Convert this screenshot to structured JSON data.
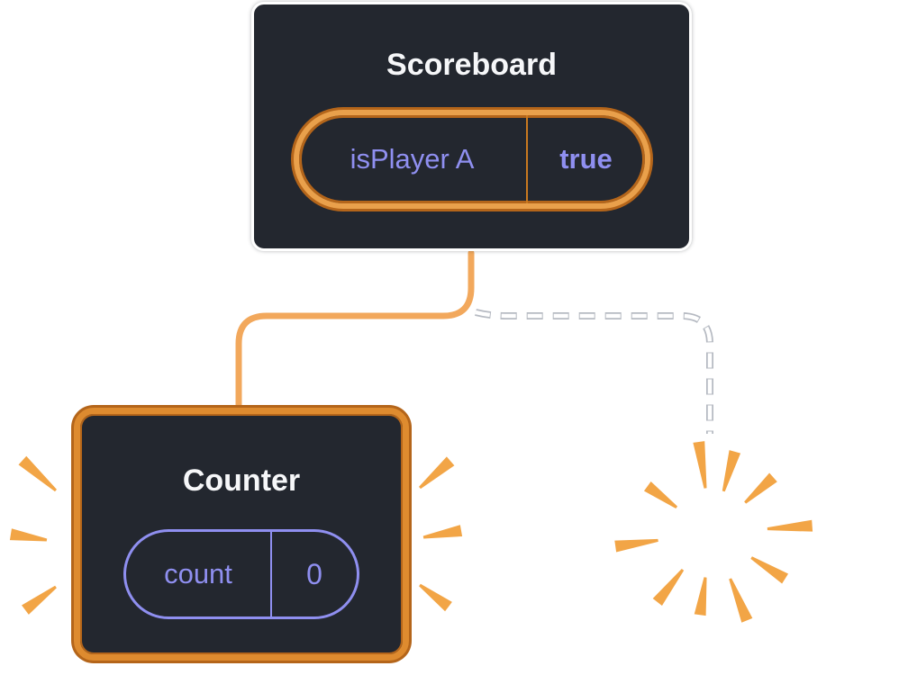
{
  "scoreboard": {
    "title": "Scoreboard",
    "state_key": "isPlayer A",
    "state_value": "true"
  },
  "counter": {
    "title": "Counter",
    "state_key": "count",
    "state_value": "0"
  },
  "icons": {
    "sparkle-icon": "four-point-star",
    "poof-burst-icon": "radial-rays",
    "emphasis-marks": "accent-dashes"
  },
  "colors": {
    "box_bg": "#23272F",
    "title_text": "#F6F7F9",
    "purple": "#8F8FF0",
    "orange_light": "#E9A04B",
    "orange_mid": "#DE8B2F",
    "orange_dark": "#B4651A",
    "orange_divider": "#C9791F",
    "connector": "#F2A85C",
    "burst": "#F2A546",
    "dash_outline": "#B6BAC2",
    "dash_fill": "#FFFFFF"
  }
}
